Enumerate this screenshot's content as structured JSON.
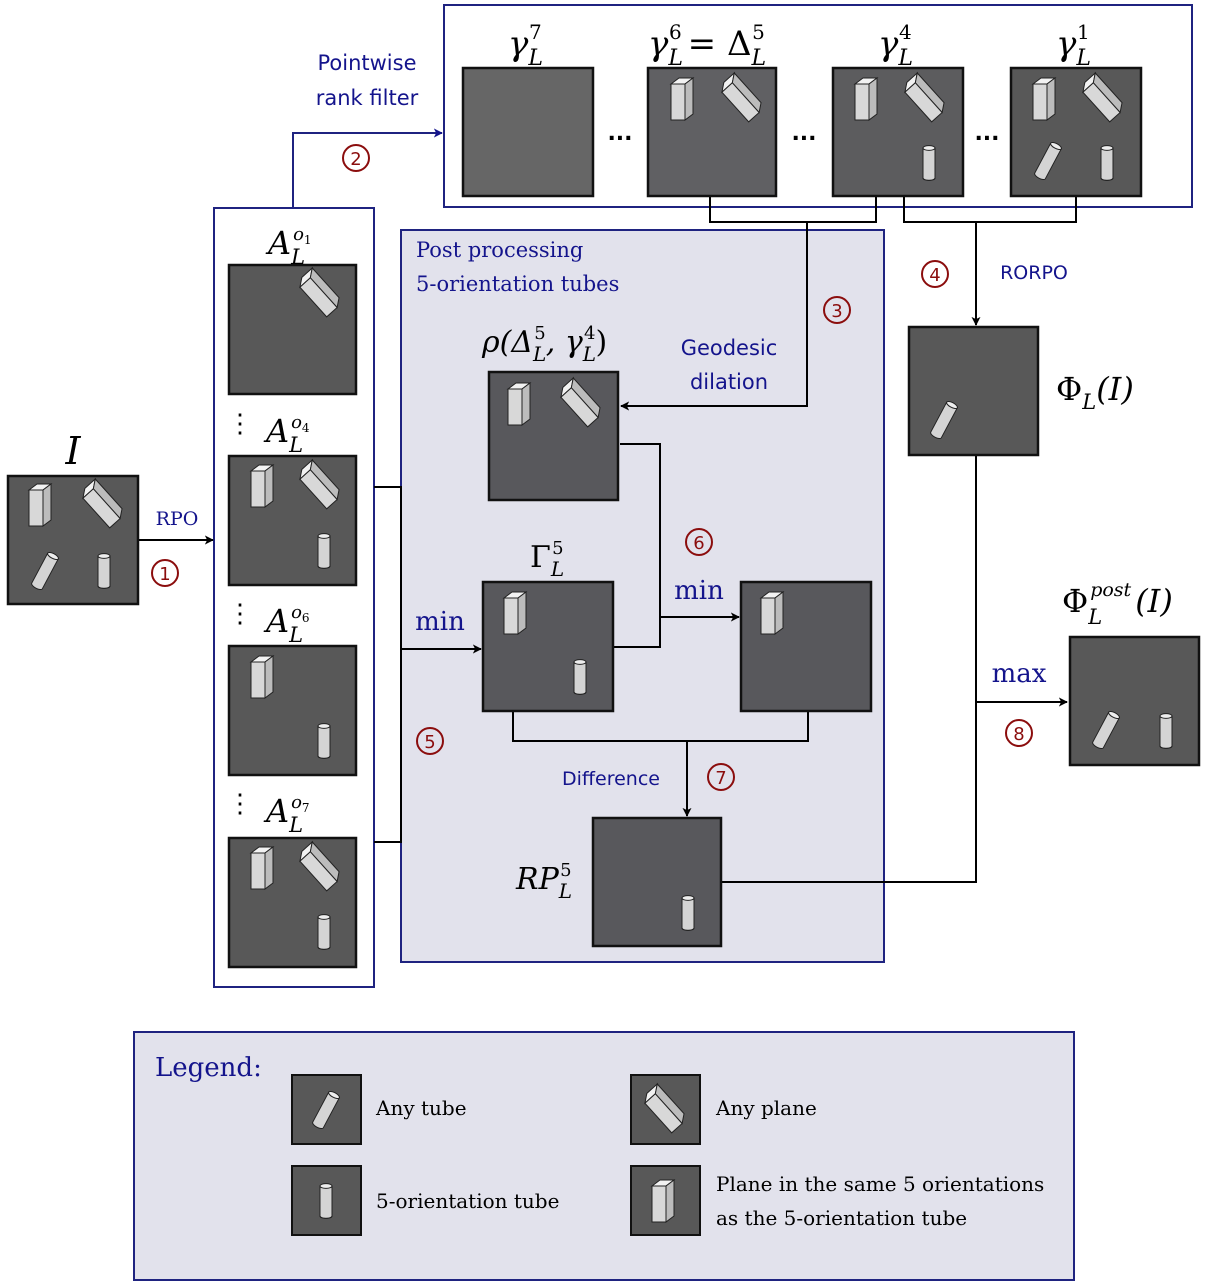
{
  "colors": {
    "panel_dark": "#585858",
    "panel_mid": "#666666",
    "panel_tube": "#5d5d62",
    "frame_blue": "#1f2380",
    "post_bg": "#e2e2ec",
    "label_blue": "#14148c",
    "step_red": "#8b0d0d",
    "shape_fill": "#dcdcdc"
  },
  "input": {
    "symbol": "I",
    "rpo_label": "RPO",
    "step": "1"
  },
  "rank_filter": {
    "label_line1": "Pointwise",
    "label_line2": "rank filter",
    "step": "2",
    "panels": [
      {
        "sym": "γ",
        "sub": "L",
        "sup": "7"
      },
      {
        "sym": "γ",
        "sub": "L",
        "sup": "6",
        "eq": "= Δ",
        "eq_sub": "L",
        "eq_sup": "5"
      },
      {
        "sym": "γ",
        "sub": "L",
        "sup": "4"
      },
      {
        "sym": "γ",
        "sub": "L",
        "sup": "1"
      }
    ],
    "ellipsis": "..."
  },
  "openings": {
    "items": [
      {
        "sym": "A",
        "sub": "L",
        "sup": "o",
        "sup_sub": "1"
      },
      {
        "sym": "A",
        "sub": "L",
        "sup": "o",
        "sup_sub": "4"
      },
      {
        "sym": "A",
        "sub": "L",
        "sup": "o",
        "sup_sub": "6"
      },
      {
        "sym": "A",
        "sub": "L",
        "sup": "o",
        "sup_sub": "7"
      }
    ],
    "vdots": "⋮"
  },
  "post_processing": {
    "title_line1": "Post processing",
    "title_line2": "5-orientation tubes",
    "rho_label": {
      "pre": "ρ(Δ",
      "sub1": "L",
      "sup1": "5",
      "mid": ", γ",
      "sub2": "L",
      "sup2": "4",
      "post": ")"
    },
    "geodesic_line1": "Geodesic",
    "geodesic_line2": "dilation",
    "step_geodesic": "3",
    "gamma5": {
      "sym": "Γ",
      "sub": "L",
      "sup": "5"
    },
    "min_left": "min",
    "step_min_left": "5",
    "min_right": "min",
    "step_min_right": "6",
    "difference_label": "Difference",
    "step_difference": "7",
    "rp_label": {
      "sym": "RP",
      "sub": "L",
      "sup": "5"
    }
  },
  "rorpo": {
    "label": "RORPO",
    "step": "4",
    "phi": {
      "sym": "Φ",
      "sub": "L",
      "arg": "(I)"
    }
  },
  "output": {
    "max_label": "max",
    "step": "8",
    "phi_post": {
      "sym": "Φ",
      "sub": "L",
      "sup": "post",
      "arg": "(I)"
    }
  },
  "legend": {
    "title": "Legend:",
    "items": [
      {
        "icon": "tilted-tube-icon",
        "lines": [
          "Any tube"
        ]
      },
      {
        "icon": "tilted-plane-icon",
        "lines": [
          "Any plane"
        ]
      },
      {
        "icon": "vertical-tube-icon",
        "lines": [
          "5-orientation tube"
        ]
      },
      {
        "icon": "vertical-plane-icon",
        "lines": [
          "Plane in the same 5 orientations",
          "as the 5-orientation tube"
        ]
      }
    ]
  }
}
